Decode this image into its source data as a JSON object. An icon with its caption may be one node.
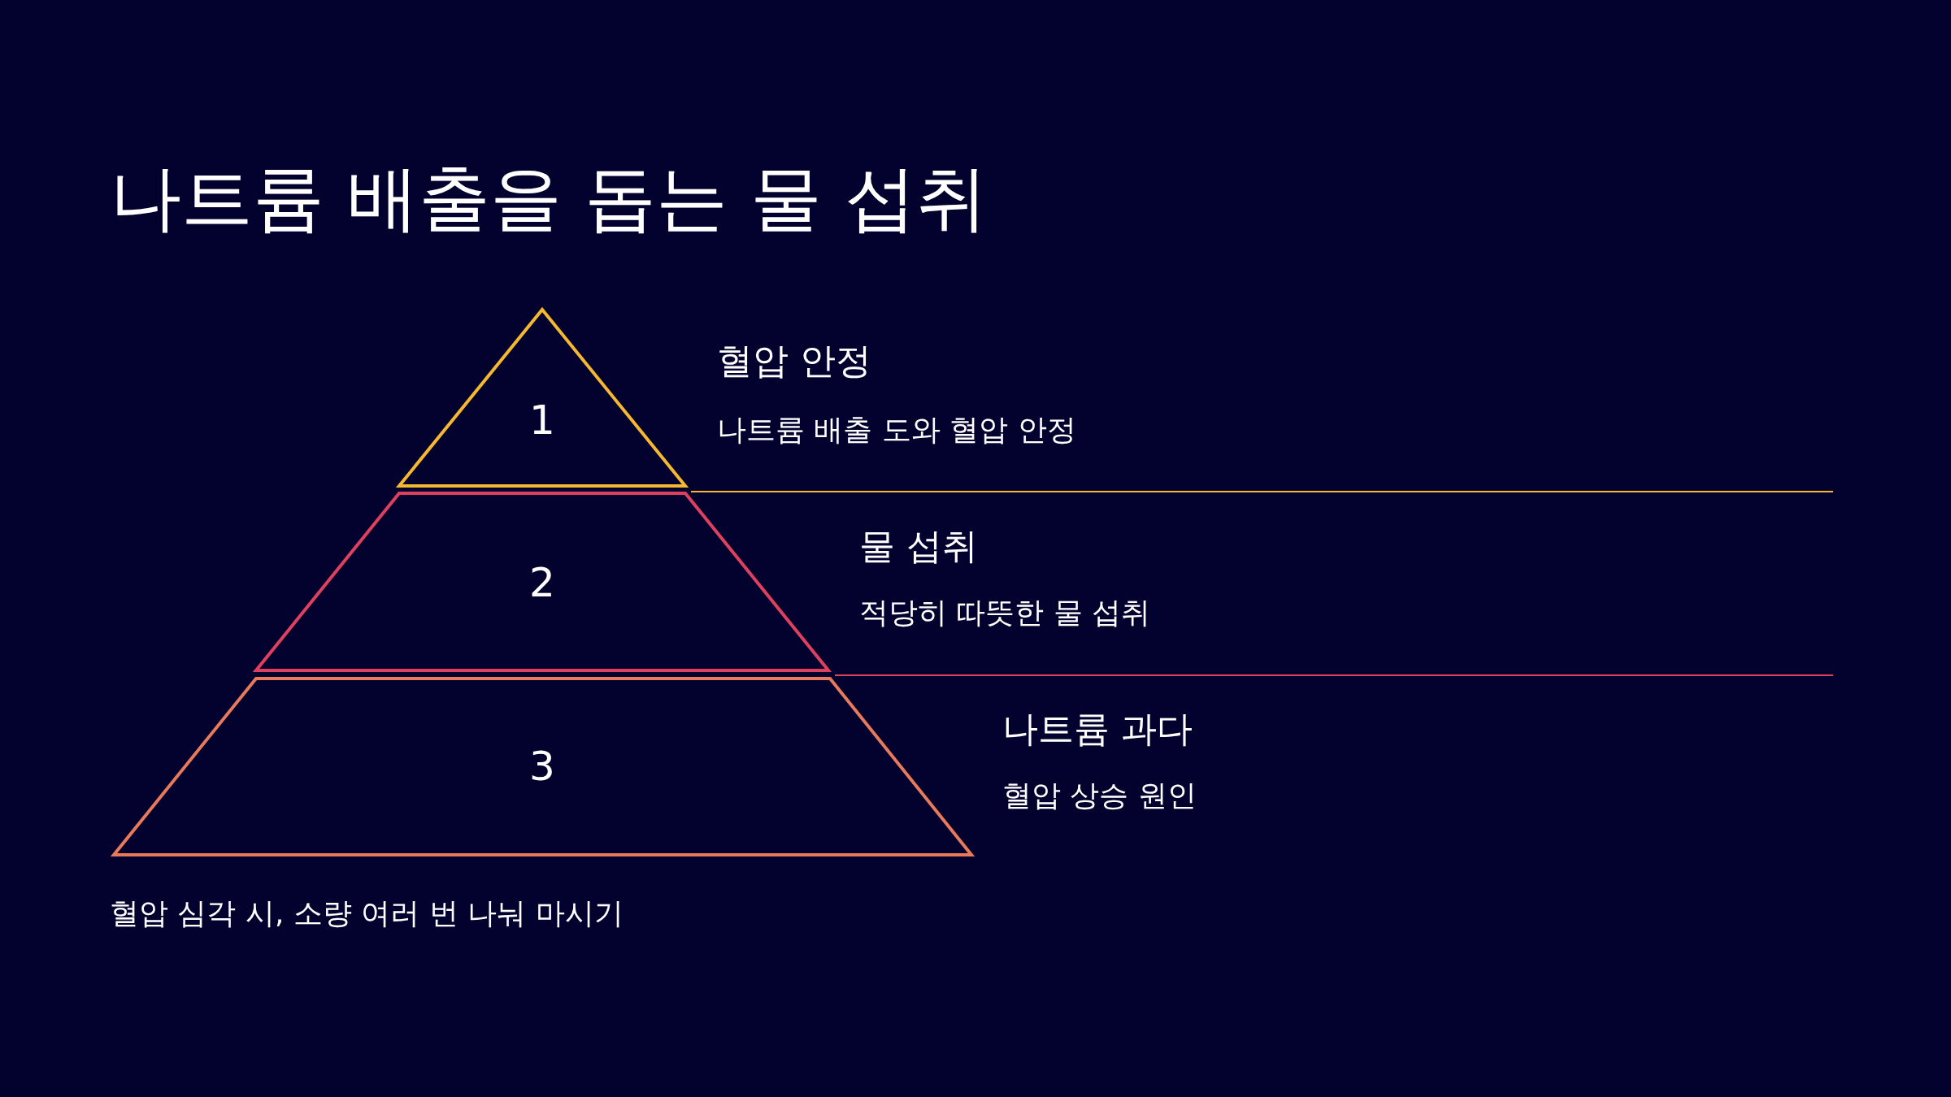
{
  "diagram": {
    "title": "나트륨 배출을 돕는 물 섭취",
    "nodes": [
      {
        "text": [
          "1"
        ],
        "beside": [
          "혈압 안정",
          "나트륨 배출 도와 혈압 안정"
        ]
      },
      {
        "text": [
          "2"
        ],
        "beside": [
          "물 섭취",
          "적당히 따뜻한 물 섭취"
        ]
      },
      {
        "text": [
          "3"
        ],
        "beside": [
          "나트륨 과다",
          "혈압 상승 원인"
        ]
      }
    ],
    "edges": [],
    "labels": [
      "혈압 심각 시, 소량 여러 번 나눠 마시기"
    ]
  }
}
